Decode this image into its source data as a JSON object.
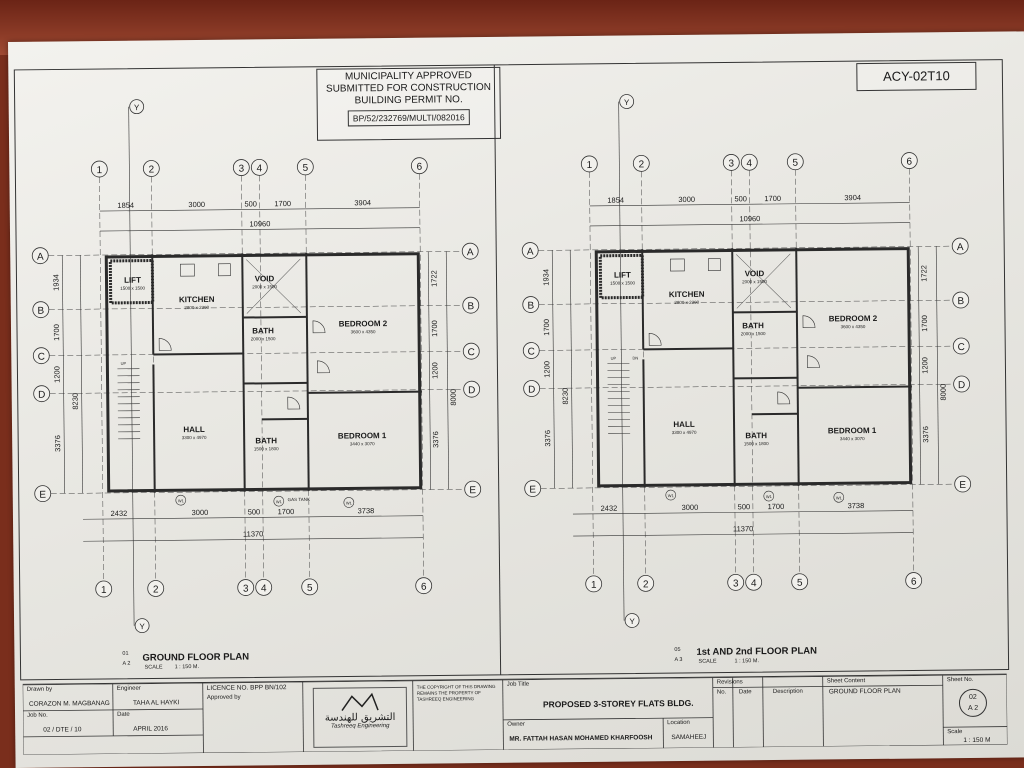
{
  "stamp": {
    "line1": "MUNICIPALITY APPROVED",
    "line2": "SUBMITTED FOR CONSTRUCTION",
    "line3": "BUILDING PERMIT NO.",
    "permit_no": "BP/52/232769/MULTI/082016"
  },
  "sheet_code": "ACY-02T10",
  "grid": {
    "cols": [
      "1",
      "2",
      "3",
      "4",
      "5",
      "6"
    ],
    "rows": [
      "A",
      "B",
      "C",
      "D",
      "E"
    ],
    "col_dims_top": [
      "1854",
      "3000",
      "500",
      "1700",
      "3904"
    ],
    "total_top": "10960",
    "col_dims_bottom": [
      "2432",
      "3000",
      "500",
      "1700",
      "3738"
    ],
    "total_bottom": "11370",
    "row_dims_left": [
      "1934",
      "1700",
      "1200",
      "3376"
    ],
    "total_left": "8230",
    "row_dims_right": [
      "1722",
      "1700",
      "1200",
      "3376"
    ],
    "total_right": "8000",
    "section_marker": "Y"
  },
  "ground_plan": {
    "rooms": [
      {
        "name": "LIFT",
        "size": "1500 x 1500"
      },
      {
        "name": "KITCHEN",
        "size": "2800 x 2390"
      },
      {
        "name": "VOID",
        "size": "2000 x 1500"
      },
      {
        "name": "BATH",
        "size": "2000 x 1500"
      },
      {
        "name": "BEDROOM 2",
        "size": "3600 x 4350"
      },
      {
        "name": "HALL",
        "size": "3300 x 4970"
      },
      {
        "name": "BATH",
        "size": "1500 x 1800"
      },
      {
        "name": "BEDROOM 1",
        "size": "3440 x 3070"
      }
    ],
    "gas_tank": "GAS TANK",
    "title": "GROUND FLOOR PLAN",
    "number": "01",
    "sheet_ref": "A 2",
    "scale_label": "SCALE",
    "scale": "1 : 150 M."
  },
  "upper_plan": {
    "rooms": [
      {
        "name": "LIFT",
        "size": "1500 x 1500"
      },
      {
        "name": "KITCHEN",
        "size": "2800 x 2390"
      },
      {
        "name": "VOID",
        "size": "2000 x 1500"
      },
      {
        "name": "BATH",
        "size": "2000 x 1500"
      },
      {
        "name": "BEDROOM 2",
        "size": "3600 x 4350"
      },
      {
        "name": "HALL",
        "size": "3300 x 4970"
      },
      {
        "name": "BATH",
        "size": "1500 x 1800"
      },
      {
        "name": "BEDROOM 1",
        "size": "3440 x 3070"
      }
    ],
    "title": "1st AND 2nd FLOOR PLAN",
    "number": "05",
    "sheet_ref": "A 3",
    "scale_label": "SCALE",
    "scale": "1 : 150 M."
  },
  "window_tag": "W1",
  "stair_labels": {
    "up": "UP",
    "dn": "DN"
  },
  "title_block": {
    "drawn_label": "Drawn by",
    "drawn_by": "CORAZON M. MAGBANAG",
    "checked_label": "Engineer",
    "checked_by": "TAHA AL HAYKI",
    "approved_label": "Approved by",
    "job_label": "Job No.",
    "job_no": "02 / DTE / 10",
    "date_label": "Date",
    "date": "APRIL 2016",
    "licence": "LICENCE NO. BPP BN/102",
    "company_ar": "التشريق للهندسة",
    "company_en": "Tashreeq Engineering",
    "copyright": "THE COPYRIGHT OF THIS DRAWING REMAINS THE PROPERTY OF TASHREEQ ENGINEERING",
    "job_title_label": "Job Title",
    "job_title": "PROPOSED 3-STOREY FLATS BLDG.",
    "owner_label": "Owner",
    "owner": "MR. FATTAH HASAN MOHAMED KHARFOOSH",
    "location_label": "Location",
    "location": "SAMAHEEJ",
    "revisions_label": "Revisions",
    "rev_cols": [
      "No.",
      "Date",
      "Description"
    ],
    "sheet_content_label": "Sheet Content",
    "sheet_content": "GROUND FLOOR PLAN",
    "sheet_no_label": "Sheet No.",
    "sheet_no": "02",
    "sheet_sub": "A 2",
    "scale_label": "Scale",
    "scale": "1 : 150 M"
  },
  "colors": {
    "paper": "#eeede8",
    "ink": "#1a1a1a",
    "desk": "#7a2e1c"
  }
}
